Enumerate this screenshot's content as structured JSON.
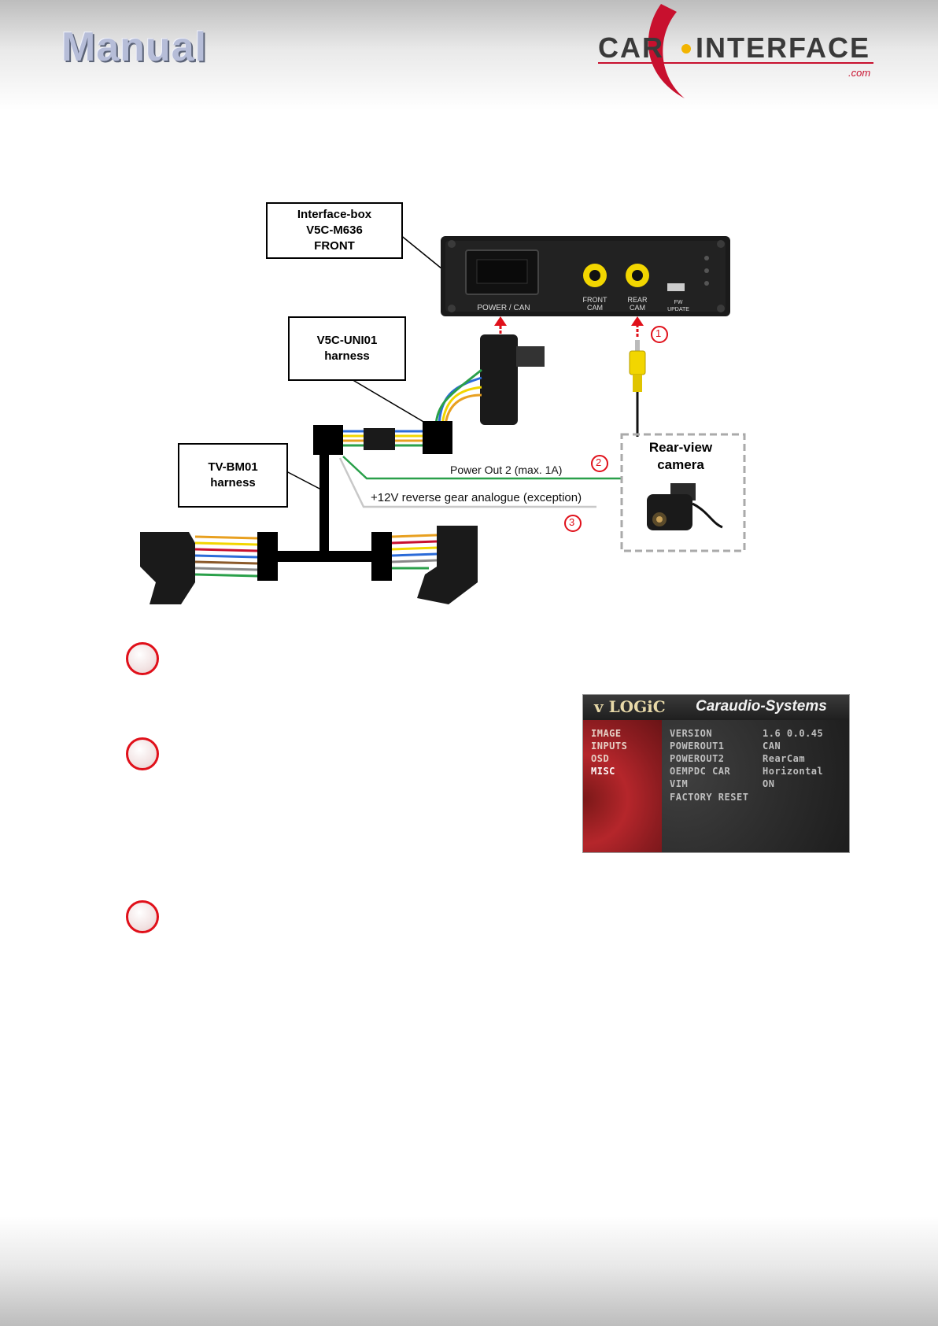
{
  "header": {
    "title": "Manual",
    "logo": {
      "left": "CAR",
      "right": "INTERFACE",
      "suffix": ".com"
    }
  },
  "diagram": {
    "interface_box_label": [
      "Interface-box",
      "V5C-M636",
      "FRONT"
    ],
    "uni_harness_label": [
      "V5C-UNI01",
      "harness"
    ],
    "tv_harness_label": [
      "TV-BM01",
      "harness"
    ],
    "camera_label": [
      "Rear-view",
      "camera"
    ],
    "box_ports": {
      "power": "POWER / CAN",
      "front_cam": [
        "FRONT",
        "CAM"
      ],
      "rear_cam": [
        "REAR",
        "CAM"
      ],
      "fw_update": [
        "FW",
        "UPDATE"
      ]
    },
    "wire_power_out": "Power Out 2 (max. 1A)",
    "wire_reverse": "+12V reverse gear analogue (exception)",
    "markers": [
      "1",
      "2",
      "3"
    ]
  },
  "osd": {
    "brand_left": "v LOGiC",
    "brand_right": "Caraudio-Systems",
    "menu": [
      "IMAGE",
      "INPUTS",
      "OSD",
      "MISC"
    ],
    "active_menu": "MISC",
    "rows": [
      {
        "key": "VERSION",
        "value": "1.6 0.0.45"
      },
      {
        "key": "POWEROUT1",
        "value": "CAN"
      },
      {
        "key": "POWEROUT2",
        "value": "RearCam"
      },
      {
        "key": "OEMPDC CAR",
        "value": "Horizontal"
      },
      {
        "key": "VIM",
        "value": "ON"
      },
      {
        "key": "FACTORY RESET",
        "value": ""
      }
    ]
  },
  "colors": {
    "accent_red": "#e0101a",
    "wire_green": "#2aa04a",
    "wire_grey": "#c8c8c8",
    "connector_yellow": "#f2d600"
  }
}
